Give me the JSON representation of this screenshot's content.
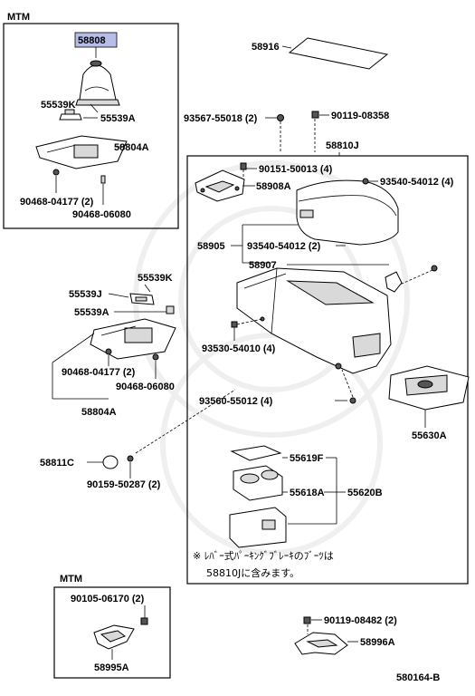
{
  "boxes": {
    "top_left_label": "MTM",
    "bottom_left_label": "MTM"
  },
  "parts": {
    "p58808": "58808",
    "p55539K_a": "55539K",
    "p55539A_a": "55539A",
    "p58804A_a": "58804A",
    "p90468_04177_a": "90468-04177 (2)",
    "p90468_06080_a": "90468-06080",
    "p58916": "58916",
    "p93567": "93567-55018 (2)",
    "p90119_08358": "90119-08358",
    "p58810J": "58810J",
    "p90151": "90151-50013 (4)",
    "p93540_a": "93540-54012 (4)",
    "p58908A": "58908A",
    "p58905": "58905",
    "p93540_b": "93540-54012 (2)",
    "p58907": "58907",
    "p55539K_b": "55539K",
    "p55539J": "55539J",
    "p55539A_b": "55539A",
    "p90468_04177_b": "90468-04177 (2)",
    "p90468_06080_b": "90468-06080",
    "p58804A_b": "58804A",
    "p93530": "93530-54010 (4)",
    "p93560": "93560-55012 (4)",
    "p55630A": "55630A",
    "p58811C": "58811C",
    "p90159": "90159-50287 (2)",
    "p55619F": "55619F",
    "p55618A": "55618A",
    "p55620B": "55620B",
    "p90105": "90105-06170 (2)",
    "p58995A": "58995A",
    "p90119_08482": "90119-08482 (2)",
    "p58996A": "58996A"
  },
  "note": {
    "line1": "※ ﾚﾊﾞｰ式ﾊﾟｰｷﾝｸﾞﾌﾞﾚｰｷのﾌﾞｰﾂは",
    "line2": "58810Jに含みます。"
  },
  "diagram_code": "580164-B",
  "colors": {
    "highlight": "#b8bde8",
    "line": "#000000",
    "shade": "#d9d9d9"
  }
}
